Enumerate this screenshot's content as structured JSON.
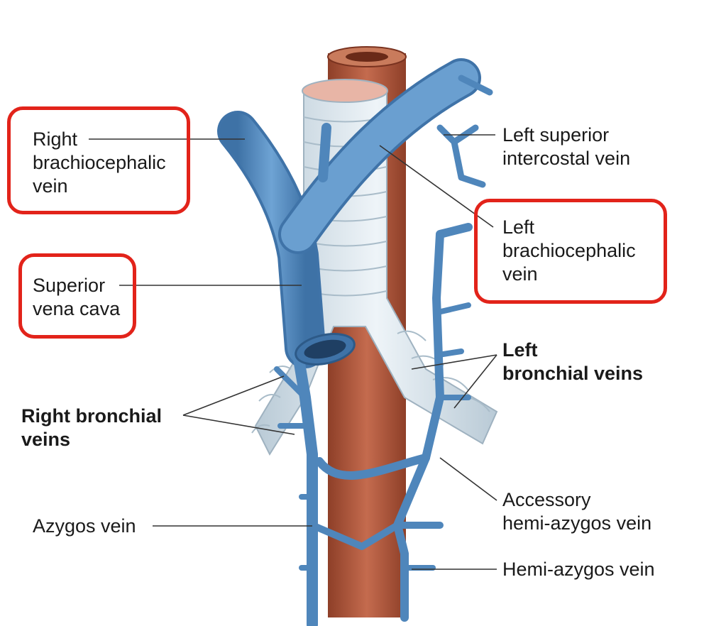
{
  "labels": {
    "right_brachiocephalic": [
      "Right",
      "brachiocephalic",
      "vein"
    ],
    "superior_vena_cava": [
      "Superior",
      "vena cava"
    ],
    "right_bronchial": [
      "Right bronchial",
      "veins"
    ],
    "azygos": [
      "Azygos vein"
    ],
    "left_superior_intercostal": [
      "Left superior",
      "intercostal vein"
    ],
    "left_brachiocephalic": [
      "Left",
      "brachiocephalic",
      "vein"
    ],
    "left_bronchial": [
      "Left",
      "bronchial veins"
    ],
    "accessory_hemi_azygos": [
      "Accessory",
      "hemi-azygos vein"
    ],
    "hemi_azygos": [
      "Hemi-azygos vein"
    ]
  },
  "colors": {
    "highlight": "#e2231a",
    "vein": "#5b93c7",
    "vein_dark": "#3f73a8",
    "esophagus": "#b35a3e",
    "trachea": "#dfe9ef",
    "leader": "#333333"
  }
}
